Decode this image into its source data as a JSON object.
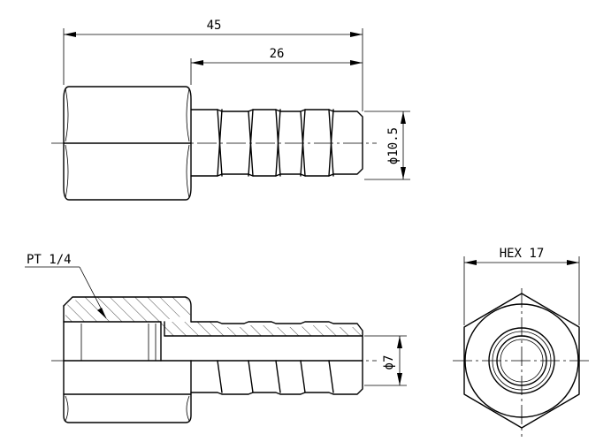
{
  "dimensions": {
    "overall_length": "45",
    "barb_length": "26",
    "barb_outer_diameter": "ϕ10.5",
    "bore_diameter": "ϕ7",
    "hex_size": "HEX 17"
  },
  "callouts": {
    "thread": "PT 1/4"
  }
}
